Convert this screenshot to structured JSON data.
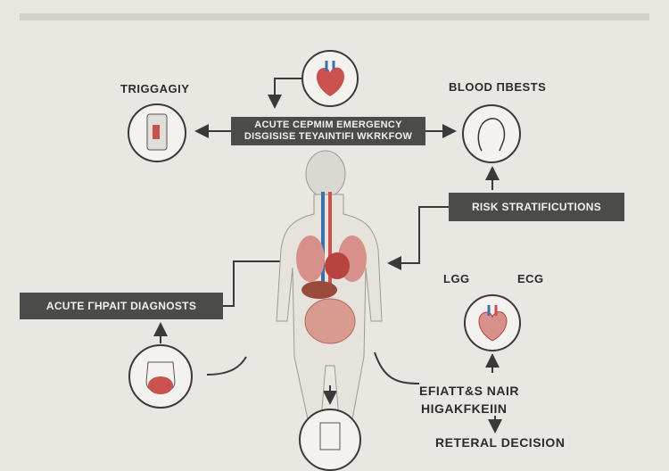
{
  "labels": {
    "triggagiy": "TRIGGAGIY",
    "blood_tests": "BLOOD ΠBESTS",
    "center_line1": "ACUTE CEPMIM EMERGENCY",
    "center_line2": "DISGISISE TEYAINTIFI WKRKFOW",
    "risk": "RISK STRATIFICUTIONS",
    "acute_diag": "ACUTE ΓHPAIT DIAGNOSTS",
    "lgg": "LGG",
    "ecg": "ECG",
    "efiatt_line1": "EFIATT&S NAIR",
    "efiatt_line2": "HIGAKFKEIIN",
    "referral": "RETERAL DECISION"
  },
  "colors": {
    "box": "#4b4b49",
    "background": "#e9e7e1",
    "accent_red": "#c9524f",
    "accent_blue": "#3d6fa8"
  }
}
